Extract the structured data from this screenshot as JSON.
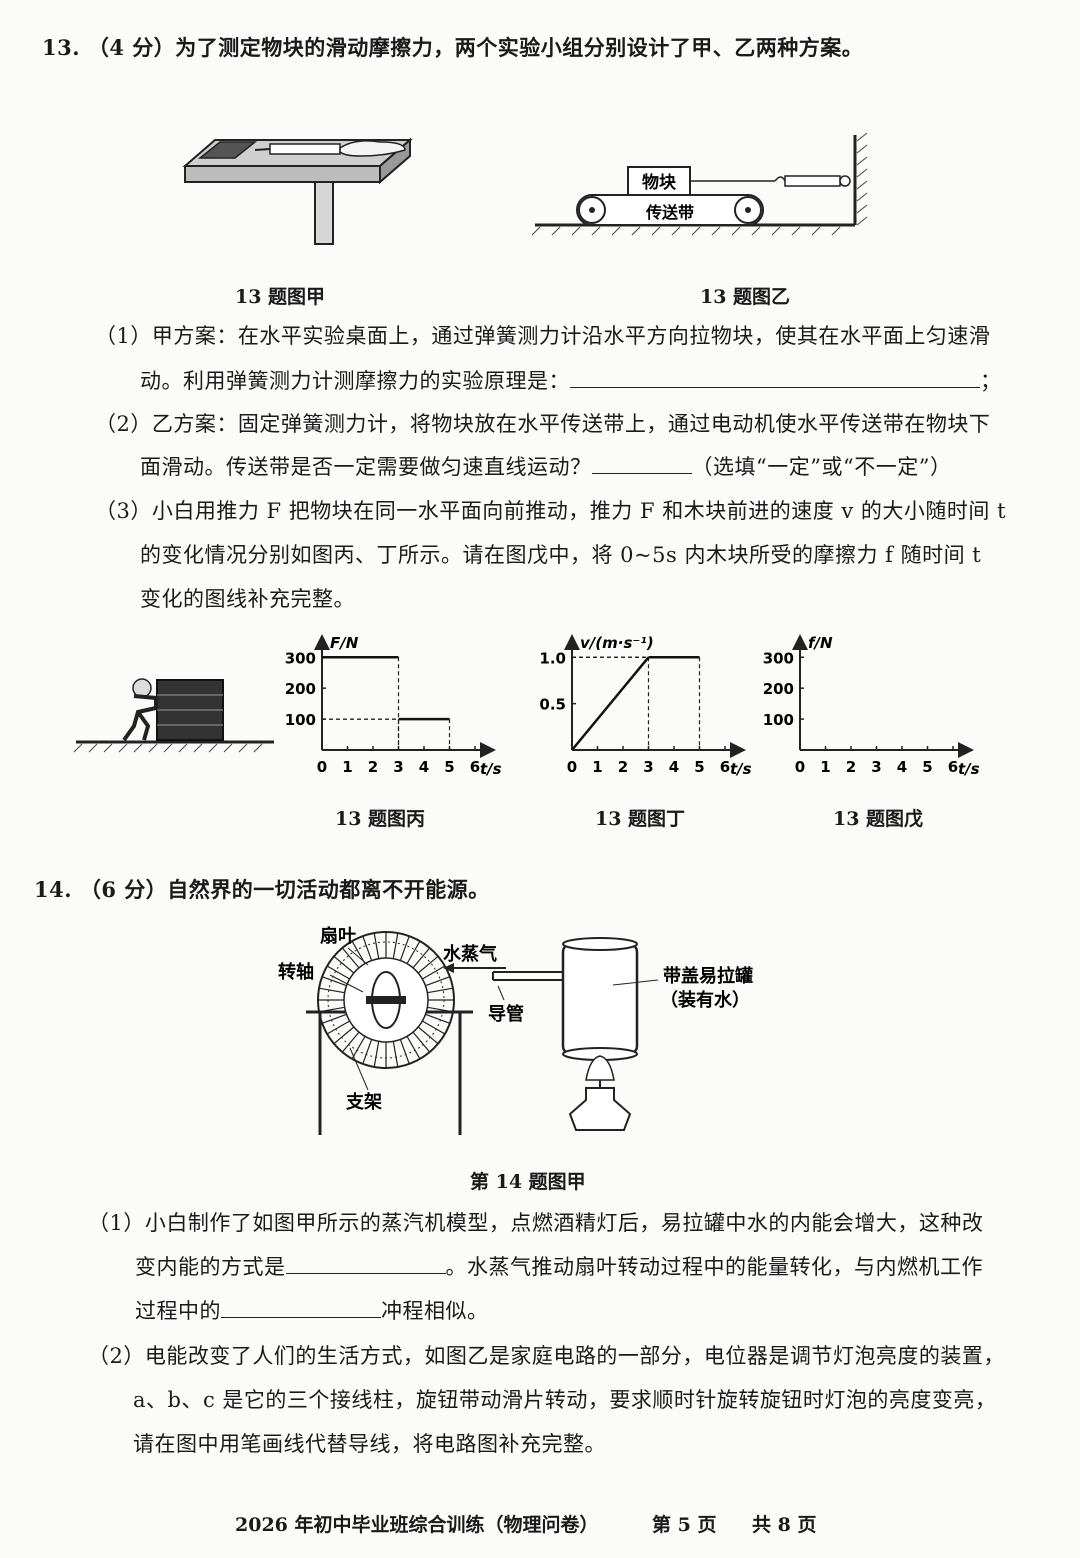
{
  "q13": {
    "header": "13.  （4 分）为了测定物块的滑动摩擦力，两个实验小组分别设计了甲、乙两种方案。",
    "fig_jia_caption": "13 题图甲",
    "fig_yi_caption": "13 题图乙",
    "fig_yi_block_label": "物块",
    "fig_yi_belt_label": "传送带",
    "p1_line1": "（1）甲方案：在水平实验桌面上，通过弹簧测力计沿水平方向拉物块，使其在水平面上匀速滑",
    "p1_line2_a": "动。利用弹簧测力计测摩擦力的实验原理是：",
    "p1_line2_b": "；",
    "p2_line1": "（2）乙方案：固定弹簧测力计，将物块放在水平传送带上，通过电动机使水平传送带在物块下",
    "p2_line2_a": "面滑动。传送带是否一定需要做匀速直线运动？",
    "p2_line2_b": "（选填“一定”或“不一定”）",
    "p3_line1": "（3）小白用推力 F 把物块在同一水平面向前推动，推力 F 和木块前进的速度 v 的大小随时间 t",
    "p3_line2": "的变化情况分别如图丙、丁所示。请在图戊中，将 0~5s 内木块所受的摩擦力 f 随时间 t",
    "p3_line3": "变化的图线补充完整。",
    "fig_bing_caption": "13 题图丙",
    "fig_ding_caption": "13 题图丁",
    "fig_wu_caption": "13 题图戊"
  },
  "q14": {
    "header": "14.  （6 分）自然界的一切活动都离不开能源。",
    "labels": {
      "fan_blade": "扇叶",
      "shaft": "转轴",
      "steam": "水蒸气",
      "pipe": "导管",
      "can": "带盖易拉罐",
      "can_note": "（装有水）",
      "stand": "支架"
    },
    "fig_caption": "第 14 题图甲",
    "p1_line1": "（1）小白制作了如图甲所示的蒸汽机模型，点燃酒精灯后，易拉罐中水的内能会增大，这种改",
    "p1_line2_a": "变内能的方式是",
    "p1_line2_b": "。水蒸气推动扇叶转动过程中的能量转化，与内燃机工作",
    "p1_line3_a": "过程中的",
    "p1_line3_b": "冲程相似。",
    "p2_line1": "（2）电能改变了人们的生活方式，如图乙是家庭电路的一部分，电位器是调节灯泡亮度的装置，",
    "p2_line2": "a、b、c 是它的三个接线柱，旋钮带动滑片转动，要求顺时针旋转旋钮时灯泡的亮度变亮，",
    "p2_line3": "请在图中用笔画线代替导线，将电路图补充完整。"
  },
  "footer": {
    "exam": "2026 年初中毕业班综合训练（物理问卷）",
    "page": "第 5 页",
    "total": "共 8 页"
  },
  "chart_data": [
    {
      "type": "line",
      "xlabel": "t/s",
      "ylabel": "F/N",
      "x_ticks": [
        0,
        1,
        2,
        3,
        4,
        5,
        6
      ],
      "y_ticks": [
        100,
        200,
        300
      ],
      "series": [
        {
          "x": [
            0,
            3,
            3,
            5
          ],
          "y": [
            300,
            300,
            100,
            100
          ]
        }
      ]
    },
    {
      "type": "line",
      "xlabel": "t/s",
      "ylabel": "v/(m·s⁻¹)",
      "x_ticks": [
        0,
        1,
        2,
        3,
        4,
        5,
        6
      ],
      "y_ticks": [
        0.5,
        1.0
      ],
      "y_tick_labels": [
        "0.5",
        "1.0"
      ],
      "series": [
        {
          "x": [
            0,
            3,
            5
          ],
          "y": [
            0,
            1.0,
            1.0
          ]
        }
      ]
    },
    {
      "type": "line",
      "xlabel": "t/s",
      "ylabel": "f/N",
      "x_ticks": [
        0,
        1,
        2,
        3,
        4,
        5,
        6
      ],
      "y_ticks": [
        100,
        200,
        300
      ],
      "series": []
    }
  ]
}
